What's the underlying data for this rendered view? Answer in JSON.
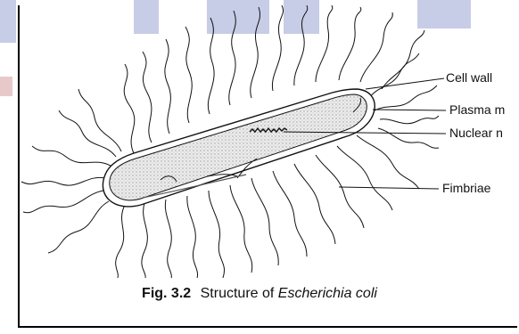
{
  "labels": {
    "cell_wall": "Cell wall",
    "plasma_membrane": "Plasma m",
    "nuclear_material": "Nuclear n",
    "fimbriae": "Fimbriae"
  },
  "caption": {
    "fig_number": "Fig. 3.2",
    "text": "Structure of",
    "species": "Escherichia coli"
  },
  "colors": {
    "ink": "#111111",
    "watermark": "#c7cde6",
    "watermark_pink": "#e8c9c9",
    "cell_fill": "#d9d9d9"
  }
}
